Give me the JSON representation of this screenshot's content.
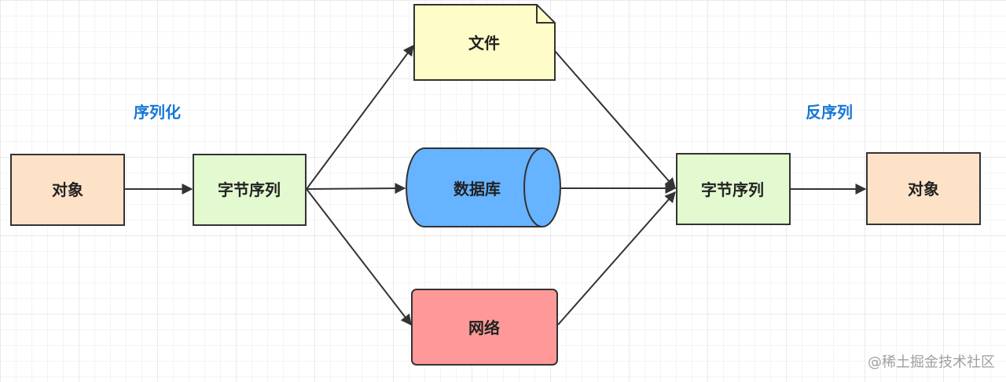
{
  "labels": {
    "serialize": "序列化",
    "deserialize": "反序列"
  },
  "nodes": {
    "object_left": "对象",
    "bytes_left": "字节序列",
    "file": "文件",
    "database": "数据库",
    "network": "网络",
    "bytes_right": "字节序列",
    "object_right": "对象"
  },
  "watermark": "@稀土掘金技术社区",
  "colors": {
    "object_fill": "#fde2c8",
    "bytes_fill": "#e3f9cf",
    "file_fill": "#fefcc8",
    "database_fill": "#66b3ff",
    "network_fill": "#ff9999",
    "stage_label": "#1677d8",
    "stroke": "#333333"
  }
}
